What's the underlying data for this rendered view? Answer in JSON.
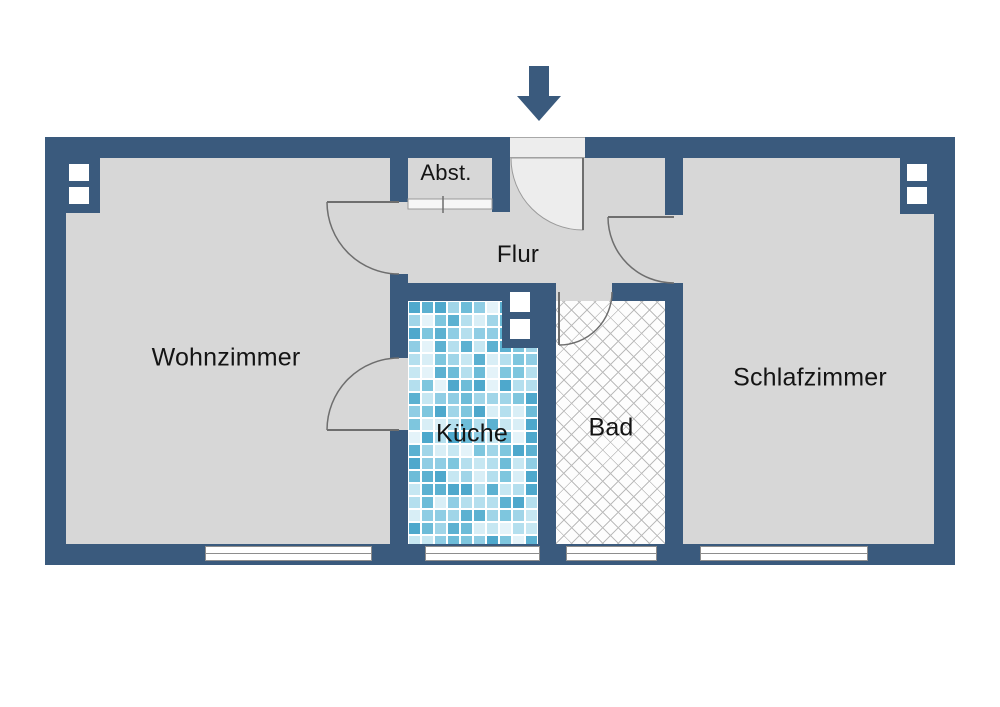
{
  "page": {
    "background": "#ffffff"
  },
  "colors": {
    "wall": "#3a5a7d",
    "floor": "#d7d7d7",
    "door_area": "#ededed",
    "outline": "#6e6e6e",
    "window_frame": "#8d8d8d",
    "hatch_line": "#bcbcbc",
    "bath_floor": "#fdfdfd",
    "tile_grout": "#ffffff",
    "text": "#141414",
    "tile_palette": [
      "#d8eef6",
      "#b4dfee",
      "#8fcde4",
      "#6dbcd8",
      "#4ea8cc",
      "#c6e7f2",
      "#7ec6de",
      "#a0d5e8",
      "#e4f3f9",
      "#5cb1d1"
    ]
  },
  "rooms": {
    "wohnzimmer": {
      "label": "Wohnzimmer"
    },
    "schlafzimmer": {
      "label": "Schlafzimmer"
    },
    "kueche": {
      "label": "Küche"
    },
    "bad": {
      "label": "Bad"
    },
    "flur": {
      "label": "Flur"
    },
    "abstellraum": {
      "label": "Abst."
    }
  },
  "icons": {
    "entrance_arrow": "arrow-down"
  }
}
